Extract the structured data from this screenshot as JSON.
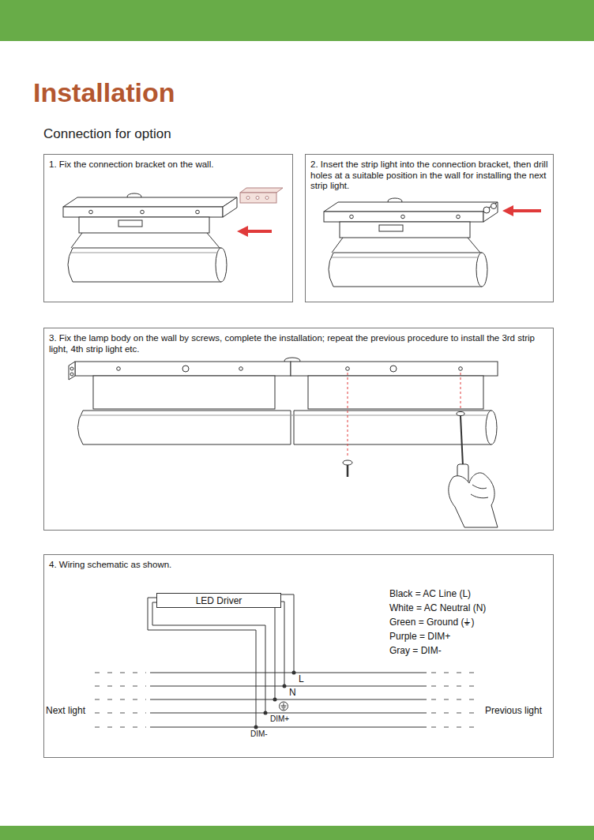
{
  "diagram": {
    "title": "Installation",
    "nodes": [
      {
        "text": [
          "1. Fix the connection bracket on the wall."
        ]
      },
      {
        "text": [
          "2. Insert the strip light into the connection bracket, then drill holes at a suitable position in the wall for installing the next strip light."
        ]
      },
      {
        "text": [
          "3. Fix the lamp body on the wall by screws, complete the installation; repeat the previous procedure to install the 3rd strip light, 4th strip light etc."
        ]
      },
      {
        "text": [
          "4. Wiring schematic as shown."
        ]
      },
      {
        "text": [
          "LED Driver"
        ],
        "in": 3
      }
    ],
    "labels": [
      "Connection for option",
      "Black = AC Line (L)",
      "White = AC Neutral (N)",
      "Green = Ground (⏚)",
      "Purple = DIM+",
      "Gray = DIM-",
      "L",
      "N",
      "DIM+",
      "DIM-",
      "Next light",
      "Previous light"
    ]
  }
}
